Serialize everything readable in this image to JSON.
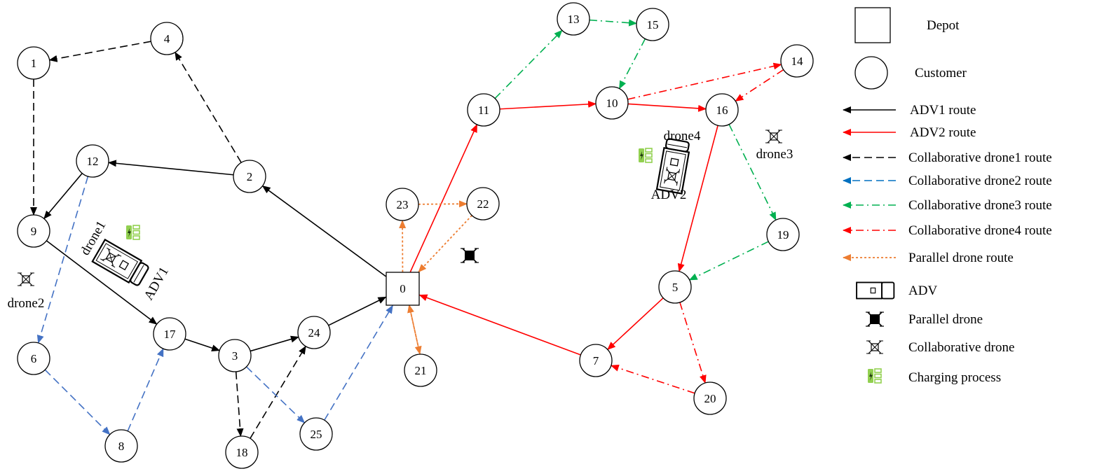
{
  "colors": {
    "adv1": "#000000",
    "adv2": "#ff0000",
    "drone1": "#000000",
    "drone2": "#4472c4",
    "drone2_legend": "#0070c0",
    "drone3": "#00b050",
    "drone4": "#ff0000",
    "parallel": "#ed7d31",
    "battery": "#92d050"
  },
  "depot_label": "0",
  "customers": [
    "1",
    "2",
    "3",
    "4",
    "5",
    "6",
    "7",
    "8",
    "9",
    "10",
    "11",
    "12",
    "13",
    "14",
    "15",
    "16",
    "17",
    "18",
    "19",
    "20",
    "21",
    "22",
    "23",
    "24",
    "25"
  ],
  "routes": [
    {
      "id": "adv1",
      "style": "adv1",
      "path": [
        "0",
        "2",
        "12",
        "9",
        "17",
        "3",
        "24",
        "0"
      ]
    },
    {
      "id": "adv2",
      "style": "adv2",
      "path": [
        "0",
        "11",
        "10",
        "16",
        "5",
        "7",
        "0"
      ]
    },
    {
      "id": "drone1-a",
      "style": "drone1",
      "path": [
        "2",
        "4",
        "1",
        "9"
      ]
    },
    {
      "id": "drone1-b",
      "style": "drone1",
      "path": [
        "3",
        "18",
        "24"
      ]
    },
    {
      "id": "drone2-a",
      "style": "drone2",
      "path": [
        "12",
        "6",
        "8",
        "17"
      ]
    },
    {
      "id": "drone2-b",
      "style": "drone2",
      "path": [
        "3",
        "25",
        "0"
      ]
    },
    {
      "id": "drone3-a",
      "style": "drone3",
      "path": [
        "11",
        "13",
        "15",
        "10"
      ]
    },
    {
      "id": "drone3-b",
      "style": "drone3",
      "path": [
        "16",
        "19",
        "5"
      ]
    },
    {
      "id": "drone4-a",
      "style": "drone4",
      "path": [
        "10",
        "14",
        "16"
      ]
    },
    {
      "id": "drone4-b",
      "style": "drone4",
      "path": [
        "5",
        "20",
        "7"
      ]
    },
    {
      "id": "parallel-a",
      "style": "parallel",
      "path": [
        "0",
        "23",
        "22",
        "0"
      ]
    },
    {
      "id": "parallel-b",
      "style": "parallel",
      "path": [
        "0",
        "21",
        "0"
      ]
    }
  ],
  "agents": {
    "adv1_label": "ADV1",
    "adv2_label": "ADV2",
    "drone1_label": "drone1",
    "drone2_label": "drone2",
    "drone3_label": "drone3",
    "drone4_label": "drone4"
  },
  "legend": [
    {
      "key": "depot",
      "label": "Depot"
    },
    {
      "key": "customer",
      "label": "Customer"
    },
    {
      "key": "adv1",
      "label": "ADV1 route"
    },
    {
      "key": "adv2",
      "label": "ADV2 route"
    },
    {
      "key": "drone1",
      "label": "Collaborative drone1 route"
    },
    {
      "key": "drone2",
      "label": "Collaborative drone2 route"
    },
    {
      "key": "drone3",
      "label": "Collaborative drone3 route"
    },
    {
      "key": "drone4",
      "label": "Collaborative drone4 route"
    },
    {
      "key": "parallel",
      "label": "Parallel drone route"
    },
    {
      "key": "adv",
      "label": "ADV"
    },
    {
      "key": "parallel-drone",
      "label": "Parallel drone"
    },
    {
      "key": "collab-drone",
      "label": "Collaborative drone"
    },
    {
      "key": "charging",
      "label": "Charging process"
    }
  ]
}
